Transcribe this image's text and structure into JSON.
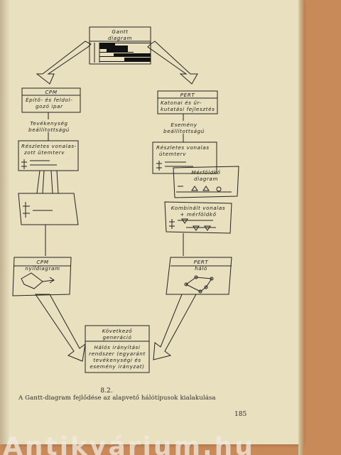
{
  "diagram": {
    "gantt_line1": "Gantt",
    "gantt_line2": "diagram",
    "cpm_title": "CPM",
    "cpm_desc_line1": "Építő- és feldol-",
    "cpm_desc_line2": "gozó    ipar",
    "pert_title": "PERT",
    "pert_desc_line1": "Katonai és űr-",
    "pert_desc_line2": "kutatási fejlesztés",
    "activity_label_line1": "Tevékenység",
    "activity_label_line2": "beállítottságú",
    "event_label_line1": "Esemény",
    "event_label_line2": "beállítottságú",
    "left_detailed_line1": "Részletes vonalas-",
    "left_detailed_line2": "zott ütemterv",
    "right_detailed_line1": "Részletes vonalas",
    "right_detailed_line2": "ütemterv",
    "milestone_line1": "Mérföldkő",
    "milestone_line2": "diagram",
    "combined_line1": "Kombinált vonalas",
    "combined_line2": "+ mérföldkő",
    "cpm_network_line1": "CPM",
    "cpm_network_line2": "nyíldiagram",
    "pert_network_line1": "PERT",
    "pert_network_line2": "háló",
    "next_gen_line1": "Következő",
    "next_gen_line2": "generáció",
    "next_gen_desc_line1": "Hálós irányítási",
    "next_gen_desc_line2": "rendszer (egyaránt",
    "next_gen_desc_line3": "tevékenységi és",
    "next_gen_desc_line4": "esemény irányzat)"
  },
  "figure_number": "8.2.",
  "caption": "A Gantt-diagram fejlődése az alapvető hálótípusok kialakulása",
  "page_number": "185",
  "watermark": "Antikvárium.hu",
  "colors": {
    "paper": "#e9e0bf",
    "ink": "#222222",
    "background": "#c98a5a"
  }
}
